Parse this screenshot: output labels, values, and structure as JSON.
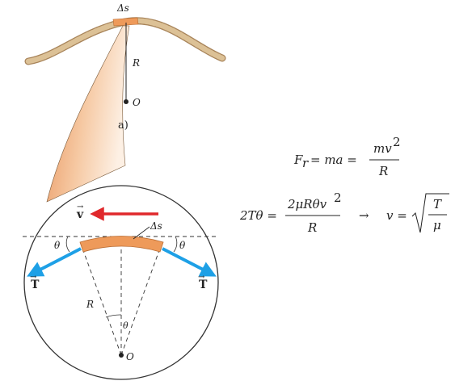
{
  "figure": {
    "panel_label": "a)",
    "labels": {
      "delta_s_top": "Δs",
      "radius_top": "R",
      "center_top": "O",
      "velocity": "v",
      "delta_s_inset": "Δs",
      "theta_left": "θ",
      "theta_right": "θ",
      "tension_left": "T",
      "tension_right": "T",
      "radius_inset": "R",
      "theta_center": "θ",
      "center_inset": "O"
    },
    "equations": {
      "eq1_lhs": "F",
      "eq1_sub": "r",
      "eq1_mid": "= ma =",
      "eq1_num": "mv",
      "eq1_num_sup": "2",
      "eq1_den": "R",
      "eq2_lhs": "2Tθ =",
      "eq2_num": "2μRθv",
      "eq2_num_sup": "2",
      "eq2_den": "R",
      "arrow": "→",
      "eq3_lhs": "v =",
      "eq3_num": "T",
      "eq3_den": "μ"
    },
    "colors": {
      "rope": "#d9b98a",
      "rope_dark": "#a8845a",
      "segment": "#ee9a5a",
      "funnel_light": "#fbe3cc",
      "funnel_dark": "#e8925a",
      "velocity_arrow": "#e0282c",
      "tension_arrow": "#1ea0e6"
    }
  }
}
